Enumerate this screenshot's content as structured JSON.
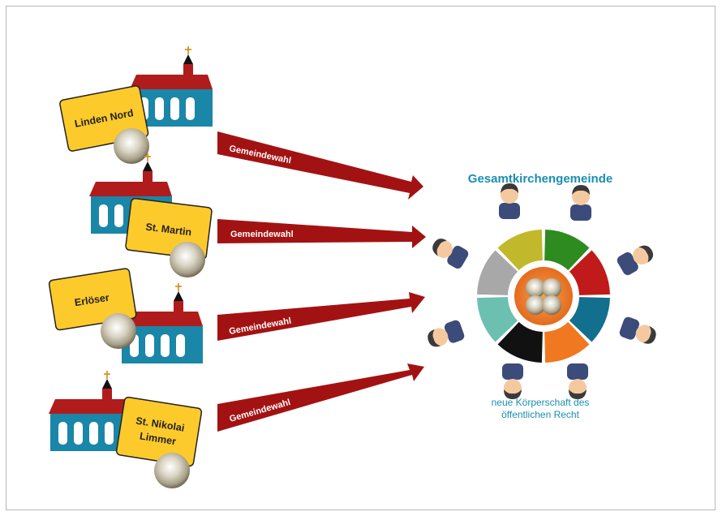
{
  "parishes": [
    {
      "name": "Linden Nord"
    },
    {
      "name": "St. Martin"
    },
    {
      "name": "Erlöser"
    },
    {
      "name_line1": "St. Nikolai",
      "name_line2": "Limmer"
    }
  ],
  "arrows": [
    {
      "label": "Gemeindewahl"
    },
    {
      "label": "Gemeindewahl"
    },
    {
      "label": "Gemeindewahl"
    },
    {
      "label": "Gemeindewahl"
    }
  ],
  "target": {
    "title": "Gesamtkirchengemeinde",
    "subtitle_line1": "neue Körperschaft des",
    "subtitle_line2": "öffentlichen Recht"
  },
  "colors": {
    "church_roof": "#b01c1c",
    "church_body": "#1a86a8",
    "label_fill": "#fdca2c",
    "arrow": "#a31212",
    "title": "#1a8fb0",
    "ring_segments": [
      "#2e8b1f",
      "#c01a1a",
      "#136f8e",
      "#f07820",
      "#111111",
      "#6cc0b0",
      "#a8a8a8",
      "#c2b82c"
    ]
  },
  "icons": [
    "church-icon",
    "coin-icon",
    "person-icon",
    "arrow-icon"
  ]
}
